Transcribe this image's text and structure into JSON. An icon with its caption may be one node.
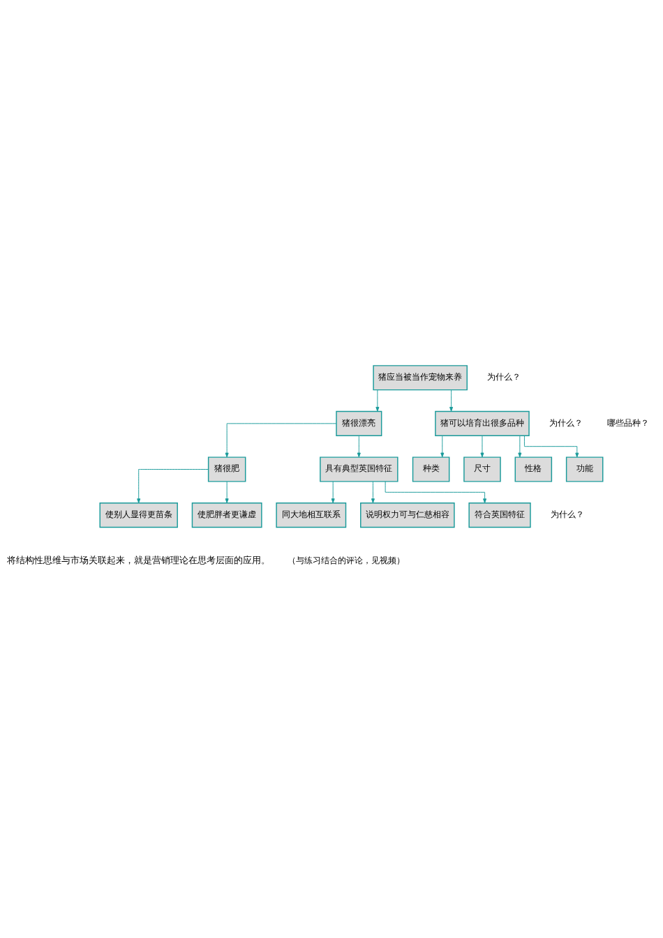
{
  "diagram": {
    "nodes": [
      {
        "text": [
          "猪应当被当作宠物来养"
        ]
      },
      {
        "text": [
          "猪很漂亮"
        ]
      },
      {
        "text": [
          "猪可以培育出很多品种"
        ]
      },
      {
        "text": [
          "猪很肥"
        ]
      },
      {
        "text": [
          "具有典型英国特征"
        ]
      },
      {
        "text": [
          "种类"
        ]
      },
      {
        "text": [
          "尺寸"
        ]
      },
      {
        "text": [
          "性格"
        ]
      },
      {
        "text": [
          "功能"
        ]
      },
      {
        "text": [
          "使别人显得更苗条"
        ]
      },
      {
        "text": [
          "使肥胖者更谦虚"
        ]
      },
      {
        "text": [
          "同大地相互联系"
        ]
      },
      {
        "text": [
          "说明权力可与仁慈相容"
        ]
      },
      {
        "text": [
          "符合英国特征"
        ]
      }
    ],
    "edges": [
      {
        "from": 0,
        "to": 1,
        "arrow": "to"
      },
      {
        "from": 0,
        "to": 2,
        "arrow": "to"
      },
      {
        "from": 1,
        "to": 3,
        "arrow": "to"
      },
      {
        "from": 1,
        "to": 4,
        "arrow": "to"
      },
      {
        "from": 2,
        "to": 5,
        "arrow": "to"
      },
      {
        "from": 2,
        "to": 6,
        "arrow": "to"
      },
      {
        "from": 2,
        "to": 7,
        "arrow": "to"
      },
      {
        "from": 2,
        "to": 8,
        "arrow": "to"
      },
      {
        "from": 3,
        "to": 9,
        "arrow": "to"
      },
      {
        "from": 3,
        "to": 10,
        "arrow": "to"
      },
      {
        "from": 4,
        "to": 11,
        "arrow": "to"
      },
      {
        "from": 4,
        "to": 12,
        "arrow": "to"
      },
      {
        "from": 4,
        "to": 13,
        "arrow": "to"
      }
    ],
    "labels": [
      "为什么？",
      "为什么？",
      "哪些品种？",
      "为什么？",
      "将结构性思维与市场关联起来，就是营销理论在思考层面的应用。",
      "（与练习结合的评论，见视频）"
    ]
  }
}
